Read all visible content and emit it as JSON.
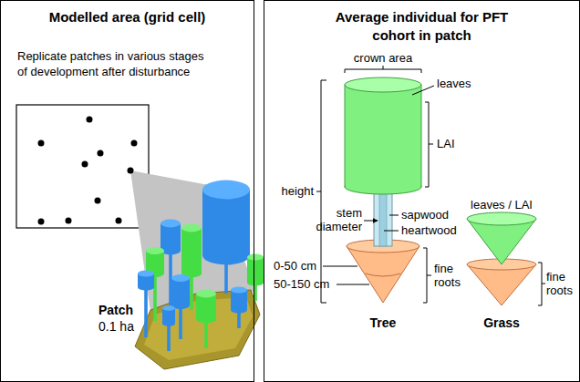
{
  "diagram": {
    "nodes": [
      {
        "text": [
          "Modelled area (grid cell)",
          "Replicate patches in various stages of development after disturbance"
        ]
      },
      {
        "text": [
          "Average individual for PFT cohort in patch"
        ]
      }
    ],
    "labels": [
      "Patch",
      "0.1 ha",
      "crown area",
      "leaves",
      "LAI",
      "height",
      "stem diameter",
      "sapwood",
      "heartwood",
      "0-50 cm",
      "50-150 cm",
      "fine roots",
      "Tree",
      "leaves / LAI",
      "fine roots",
      "Grass"
    ]
  }
}
